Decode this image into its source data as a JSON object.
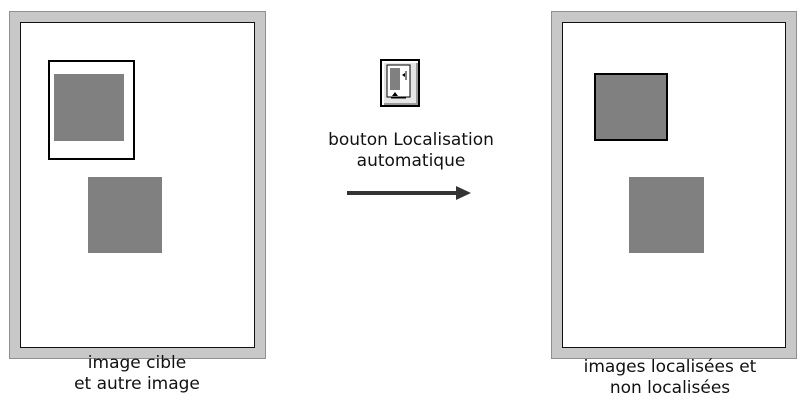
{
  "captions": {
    "left_line1": "image cible",
    "left_line2": "et autre image",
    "button_line1": "bouton Localisation",
    "button_line2": "automatique",
    "right_line1": "images localisées et",
    "right_line2": "non localisées"
  },
  "icons": {
    "button": "automatic-localization-icon",
    "arrow": "right-arrow-icon"
  },
  "colors": {
    "image_fill": "#808080",
    "frame_gray": "#c8c8c8",
    "outline": "#000000"
  }
}
